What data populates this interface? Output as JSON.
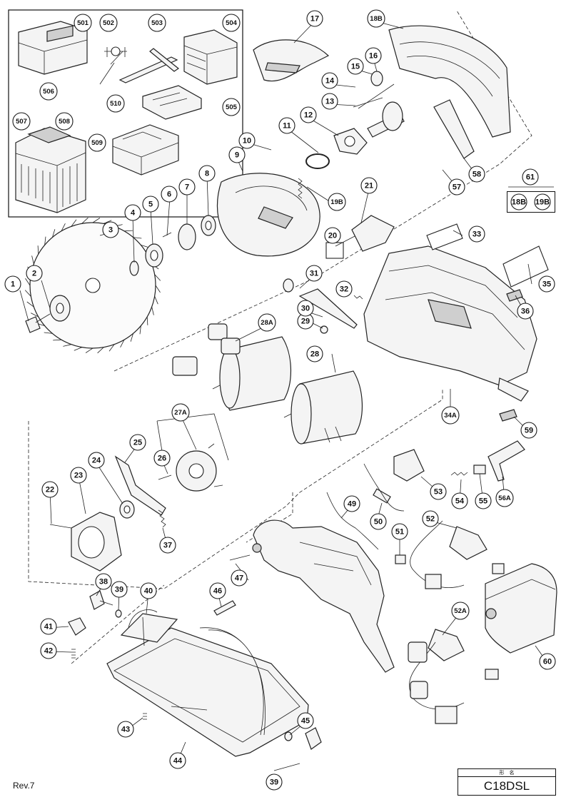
{
  "revision": "Rev.7",
  "title_block": {
    "header": "形　名",
    "model": "C18DSL"
  },
  "kit_box_parts": [
    "501",
    "502",
    "503",
    "504",
    "505",
    "506",
    "507",
    "508",
    "509",
    "510"
  ],
  "group_61": {
    "label": "61",
    "members": [
      "18B",
      "19B"
    ]
  },
  "callouts": [
    {
      "id": "c1",
      "label": "1"
    },
    {
      "id": "c2",
      "label": "2"
    },
    {
      "id": "c3",
      "label": "3"
    },
    {
      "id": "c4",
      "label": "4"
    },
    {
      "id": "c5",
      "label": "5"
    },
    {
      "id": "c6",
      "label": "6"
    },
    {
      "id": "c7",
      "label": "7"
    },
    {
      "id": "c8",
      "label": "8"
    },
    {
      "id": "c9",
      "label": "9"
    },
    {
      "id": "c10",
      "label": "10"
    },
    {
      "id": "c11",
      "label": "11"
    },
    {
      "id": "c12",
      "label": "12"
    },
    {
      "id": "c13",
      "label": "13"
    },
    {
      "id": "c14",
      "label": "14"
    },
    {
      "id": "c15",
      "label": "15"
    },
    {
      "id": "c16",
      "label": "16"
    },
    {
      "id": "c17",
      "label": "17"
    },
    {
      "id": "c18B",
      "label": "18B"
    },
    {
      "id": "c19B",
      "label": "19B"
    },
    {
      "id": "c20",
      "label": "20"
    },
    {
      "id": "c21",
      "label": "21"
    },
    {
      "id": "c22",
      "label": "22"
    },
    {
      "id": "c23",
      "label": "23"
    },
    {
      "id": "c24",
      "label": "24"
    },
    {
      "id": "c25",
      "label": "25"
    },
    {
      "id": "c26",
      "label": "26"
    },
    {
      "id": "c27A",
      "label": "27A"
    },
    {
      "id": "c28",
      "label": "28"
    },
    {
      "id": "c28A",
      "label": "28A"
    },
    {
      "id": "c29",
      "label": "29"
    },
    {
      "id": "c30",
      "label": "30"
    },
    {
      "id": "c31",
      "label": "31"
    },
    {
      "id": "c32",
      "label": "32"
    },
    {
      "id": "c33",
      "label": "33"
    },
    {
      "id": "c34A",
      "label": "34A"
    },
    {
      "id": "c35",
      "label": "35"
    },
    {
      "id": "c36",
      "label": "36"
    },
    {
      "id": "c37",
      "label": "37"
    },
    {
      "id": "c38",
      "label": "38"
    },
    {
      "id": "c39a",
      "label": "39"
    },
    {
      "id": "c39b",
      "label": "39"
    },
    {
      "id": "c40",
      "label": "40"
    },
    {
      "id": "c41",
      "label": "41"
    },
    {
      "id": "c42",
      "label": "42"
    },
    {
      "id": "c43",
      "label": "43"
    },
    {
      "id": "c44",
      "label": "44"
    },
    {
      "id": "c45",
      "label": "45"
    },
    {
      "id": "c46",
      "label": "46"
    },
    {
      "id": "c47",
      "label": "47"
    },
    {
      "id": "c49",
      "label": "49"
    },
    {
      "id": "c50",
      "label": "50"
    },
    {
      "id": "c51",
      "label": "51"
    },
    {
      "id": "c52",
      "label": "52"
    },
    {
      "id": "c52A",
      "label": "52A"
    },
    {
      "id": "c53",
      "label": "53"
    },
    {
      "id": "c54",
      "label": "54"
    },
    {
      "id": "c55",
      "label": "55"
    },
    {
      "id": "c56A",
      "label": "56A"
    },
    {
      "id": "c57",
      "label": "57"
    },
    {
      "id": "c58",
      "label": "58"
    },
    {
      "id": "c59",
      "label": "59"
    },
    {
      "id": "c60",
      "label": "60"
    },
    {
      "id": "c501",
      "label": "501"
    },
    {
      "id": "c502",
      "label": "502"
    },
    {
      "id": "c503",
      "label": "503"
    },
    {
      "id": "c504",
      "label": "504"
    },
    {
      "id": "c505",
      "label": "505"
    },
    {
      "id": "c506",
      "label": "506"
    },
    {
      "id": "c507",
      "label": "507"
    },
    {
      "id": "c508",
      "label": "508"
    },
    {
      "id": "c509",
      "label": "509"
    },
    {
      "id": "c510",
      "label": "510"
    }
  ]
}
